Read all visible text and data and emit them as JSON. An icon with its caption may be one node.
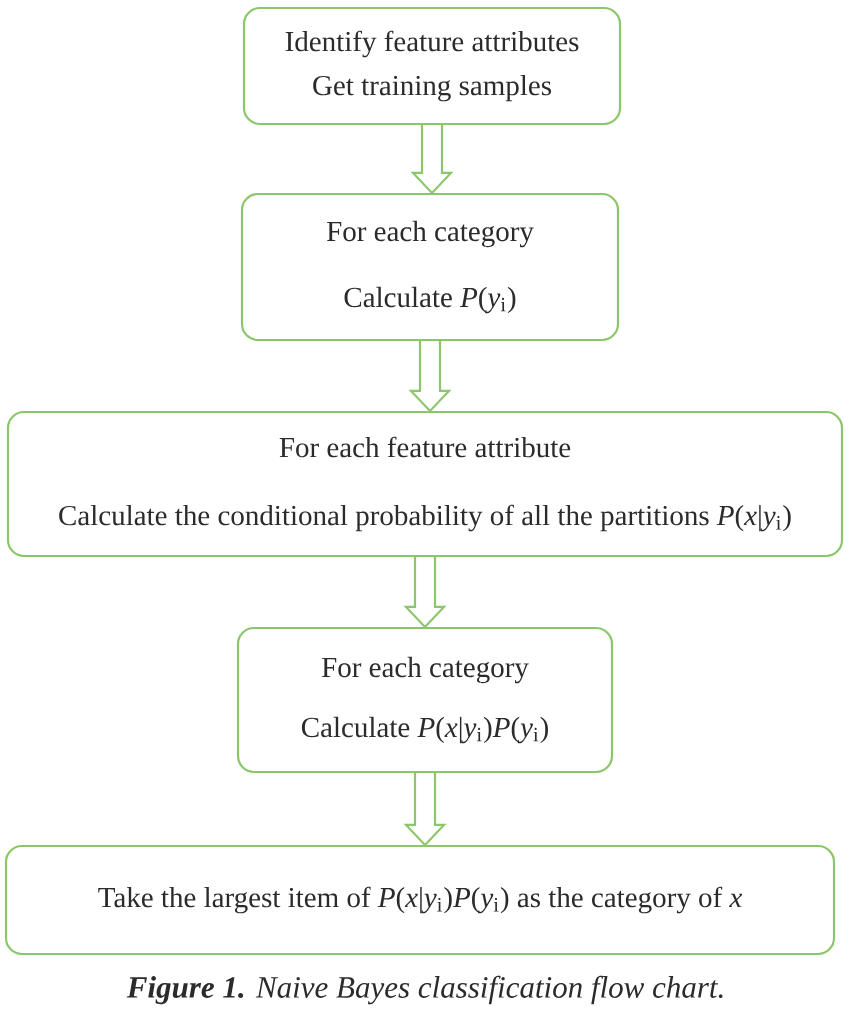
{
  "diagram": {
    "caption": "**Figure 1.** Naive Bayes classification flow chart.",
    "nodes": [
      {
        "text": [
          "Identify feature attributes",
          "Get training samples"
        ]
      },
      {
        "text": [
          "For each category",
          "Calculate *P*(*y*$_{i}$)"
        ]
      },
      {
        "text": [
          "For each feature attribute",
          "Calculate the conditional probability of all the partitions *P*(*x*|*y*$_{i}$)"
        ]
      },
      {
        "text": [
          "For each category",
          "Calculate *P*(*x*|*y*$_{i}$)*P*(*y*$_{i}$)"
        ]
      },
      {
        "text": [
          "Take the largest item of *P*(*x*|*y*$_{i}$)*P*(*y*$_{i}$) as the category of *x*"
        ]
      }
    ],
    "edges": [
      {
        "from": 0,
        "to": 1,
        "arrow": "to"
      },
      {
        "from": 1,
        "to": 2,
        "arrow": "to"
      },
      {
        "from": 2,
        "to": 3,
        "arrow": "to"
      },
      {
        "from": 3,
        "to": 4,
        "arrow": "to"
      }
    ]
  }
}
